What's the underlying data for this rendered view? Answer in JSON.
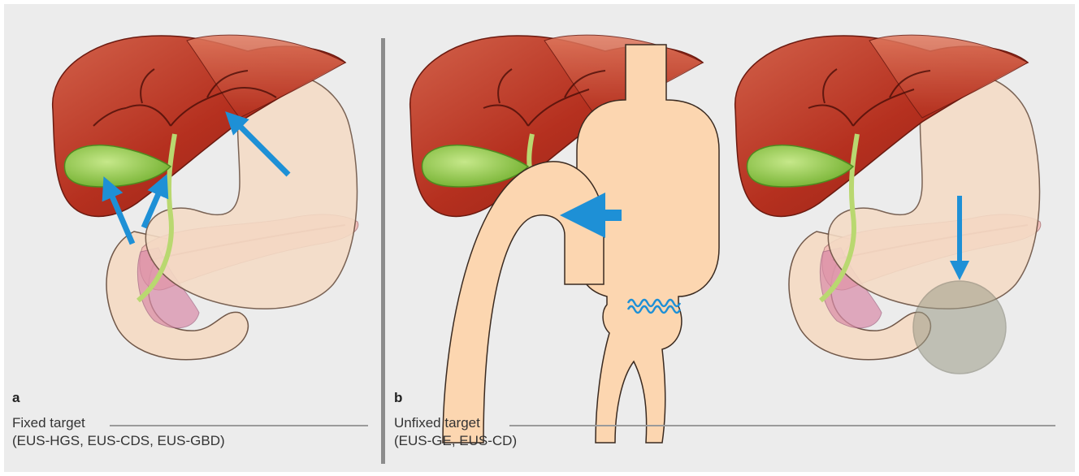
{
  "panel_a": {
    "label": "a",
    "caption_title": "Fixed target",
    "caption_detail": "(EUS-HGS, EUS-CDS, EUS-GBD)"
  },
  "panel_b": {
    "label": "b",
    "caption_title": "Unfixed target",
    "caption_detail": "(EUS-GE, EUS-CD)"
  },
  "colors": {
    "background": "#ececec",
    "liver": "#b5301f",
    "gallbladder": "#8cc63f",
    "stomach": "#f5dcc6",
    "pancreas": "#f2b8b3",
    "intestine": "#fcd6b0",
    "arrow": "#1e90d6",
    "divider": "#8c8c8c"
  }
}
